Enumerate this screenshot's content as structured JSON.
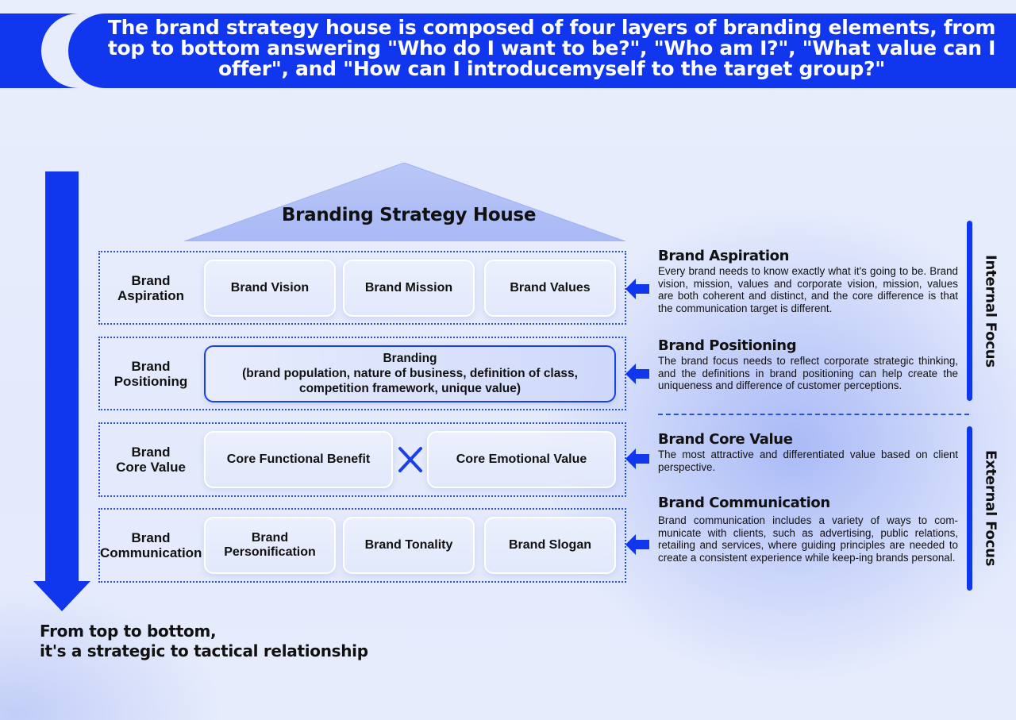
{
  "header": {
    "text": "The brand strategy house is composed of four layers of branding elements, from top to bottom answering \"Who do I want to be?\", \"Who am I?\", \"What value can I offer\", and \"How can I introducemyself to the target group?\""
  },
  "house": {
    "title": "Branding Strategy House",
    "layers": [
      {
        "label_line1": "Brand",
        "label_line2": "Aspiration",
        "cards": [
          "Brand Vision",
          "Brand Mission",
          "Brand Values"
        ]
      },
      {
        "label_line1": "Brand",
        "label_line2": "Positioning",
        "card_title": "Branding",
        "card_detail_line1": "(brand population, nature of business, definition of class,",
        "card_detail_line2": "competition framework, unique value)"
      },
      {
        "label_line1": "Brand",
        "label_line2": "Core Value",
        "cards": [
          "Core Functional Benefit",
          "Core Emotional Value"
        ],
        "connector": "times-icon"
      },
      {
        "label_line1": "Brand",
        "label_line2": "Communication",
        "cards": [
          "Brand Personification",
          "Brand Tonality",
          "Brand Slogan"
        ]
      }
    ]
  },
  "flow": {
    "direction_icon": "down-arrow-icon",
    "caption_line1": "From top to bottom,",
    "caption_line2": "it's a strategic to tactical relationship"
  },
  "descriptions": [
    {
      "title": "Brand Aspiration",
      "body": "Every brand needs to know exactly what it's going to be. Brand vision, mission, values and corporate vision, mission, values are both coherent and distinct, and the core difference is that the communication target is different."
    },
    {
      "title": "Brand Positioning",
      "body": "The brand focus needs to reflect corporate strategic thinking, and the definitions in brand positioning can help create the uniqueness and difference of customer perceptions."
    },
    {
      "title": "Brand Core Value",
      "body": "The most attractive and differentiated value based on client perspective."
    },
    {
      "title": "Brand Communication",
      "body": "Brand communication includes a variety of ways to com-municate with clients, such as advertising, public relations, retailing and services, where guiding principles are needed to create a consistent experience while keep-ing brands personal."
    }
  ],
  "focus_groups": {
    "internal": "Internal Focus",
    "external": "External Focus"
  },
  "colors": {
    "accent": "#1036ee",
    "dotted_border": "#2a4ee8",
    "roof": "#aebdf6",
    "background": "#e8edfc"
  }
}
